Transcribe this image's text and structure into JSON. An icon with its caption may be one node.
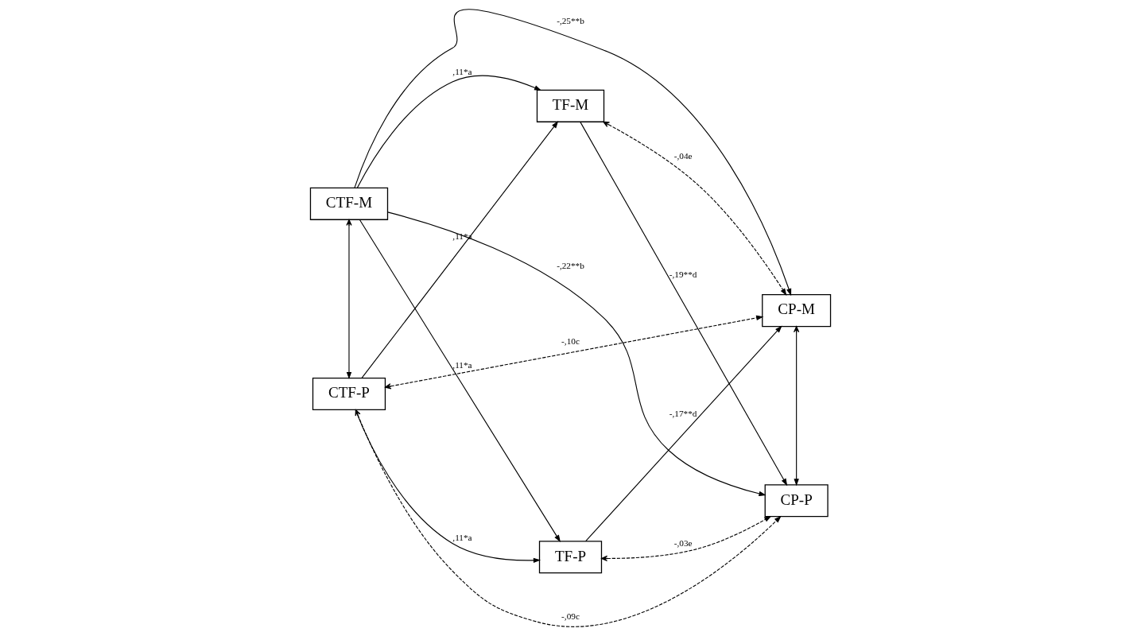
{
  "diagram": {
    "nodes": [
      {
        "text": [
          "CTF-M"
        ]
      },
      {
        "text": [
          "CTF-P"
        ]
      },
      {
        "text": [
          "TF-M"
        ]
      },
      {
        "text": [
          "TF-P"
        ]
      },
      {
        "text": [
          "CP-M"
        ]
      },
      {
        "text": [
          "CP-P"
        ]
      }
    ],
    "edges": [
      {
        "from": 0,
        "to": 1,
        "arrow": "both"
      },
      {
        "from": 4,
        "to": 5,
        "arrow": "both"
      },
      {
        "from": 0,
        "to": 2,
        "arrow": "to",
        "label": ",11*a"
      },
      {
        "from": 0,
        "to": 4,
        "arrow": "to",
        "label": "-,25**b"
      },
      {
        "from": 0,
        "to": 5,
        "arrow": "to",
        "label": "-,22**b"
      },
      {
        "from": 0,
        "to": 3,
        "arrow": "to",
        "label": ",11*a"
      },
      {
        "from": 1,
        "to": 2,
        "arrow": "to",
        "label": ",11*a"
      },
      {
        "from": 1,
        "to": 4,
        "arrow": "both",
        "style": "dashed",
        "label": "-,10c"
      },
      {
        "from": 1,
        "to": 5,
        "arrow": "both",
        "style": "dashed",
        "label": "-,09c"
      },
      {
        "from": 1,
        "to": 3,
        "arrow": "to",
        "label": ",11*a"
      },
      {
        "from": 2,
        "to": 4,
        "arrow": "both",
        "style": "dashed",
        "label": "-,04e"
      },
      {
        "from": 2,
        "to": 5,
        "arrow": "to",
        "label": "-,19**d"
      },
      {
        "from": 3,
        "to": 4,
        "arrow": "to",
        "label": "-,17**d"
      },
      {
        "from": 3,
        "to": 5,
        "arrow": "both",
        "style": "dashed",
        "label": "-,03e"
      }
    ]
  }
}
